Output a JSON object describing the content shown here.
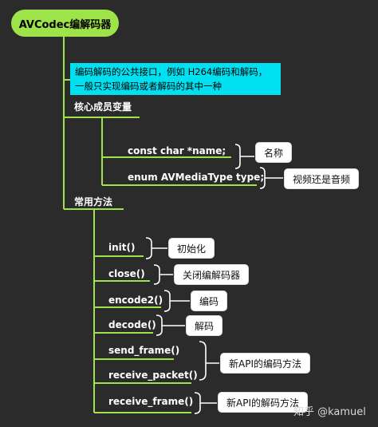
{
  "colors": {
    "background": "#2b2b2b",
    "accent_green": "#9fe34a",
    "accent_cyan": "#00e0f0",
    "note_bg": "#ffffff"
  },
  "root": {
    "label": "AVCodec编解码器"
  },
  "description": {
    "line1": "编码解码的公共接口，例如 H264编码和解码，",
    "line2": "一般只实现编码或者解码的其中一种"
  },
  "members": {
    "label": "核心成员变量",
    "items": [
      {
        "label": "const char *name;",
        "note": "名称"
      },
      {
        "label": "enum AVMediaType type;",
        "note": "视频还是音频"
      }
    ]
  },
  "methods": {
    "label": "常用方法",
    "items": [
      {
        "label": "init()"
      },
      {
        "label": "close()"
      },
      {
        "label": "encode2()"
      },
      {
        "label": "decode()"
      },
      {
        "label": "send_frame()"
      },
      {
        "label": "receive_packet()"
      },
      {
        "label": "receive_frame()"
      }
    ],
    "notes": {
      "init": "初始化",
      "close": "关闭编解码器",
      "encode2": "编码",
      "decode": "解码",
      "new_encode": "新API的编码方法",
      "new_decode": "新API的解码方法"
    }
  },
  "watermark": "知乎 @kamuel"
}
